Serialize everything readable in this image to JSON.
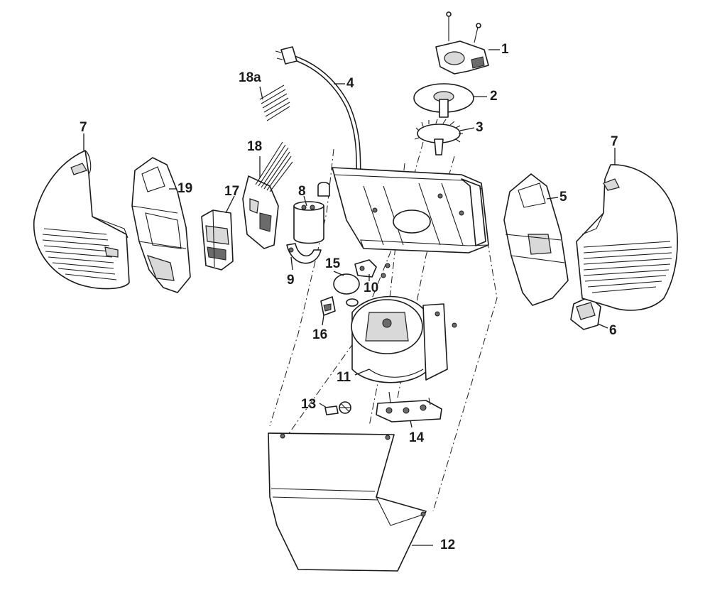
{
  "diagram": {
    "callouts": [
      {
        "id": "1",
        "text": "1"
      },
      {
        "id": "2",
        "text": "2"
      },
      {
        "id": "3",
        "text": "3"
      },
      {
        "id": "4",
        "text": "4"
      },
      {
        "id": "5",
        "text": "5"
      },
      {
        "id": "6",
        "text": "6"
      },
      {
        "id": "7-left",
        "text": "7"
      },
      {
        "id": "7-right",
        "text": "7"
      },
      {
        "id": "8",
        "text": "8"
      },
      {
        "id": "9",
        "text": "9"
      },
      {
        "id": "10",
        "text": "10"
      },
      {
        "id": "11",
        "text": "11"
      },
      {
        "id": "12",
        "text": "12"
      },
      {
        "id": "13",
        "text": "13"
      },
      {
        "id": "14",
        "text": "14"
      },
      {
        "id": "15",
        "text": "15"
      },
      {
        "id": "16",
        "text": "16"
      },
      {
        "id": "17",
        "text": "17"
      },
      {
        "id": "18",
        "text": "18"
      },
      {
        "id": "18a",
        "text": "18a"
      },
      {
        "id": "19",
        "text": "19"
      }
    ]
  }
}
